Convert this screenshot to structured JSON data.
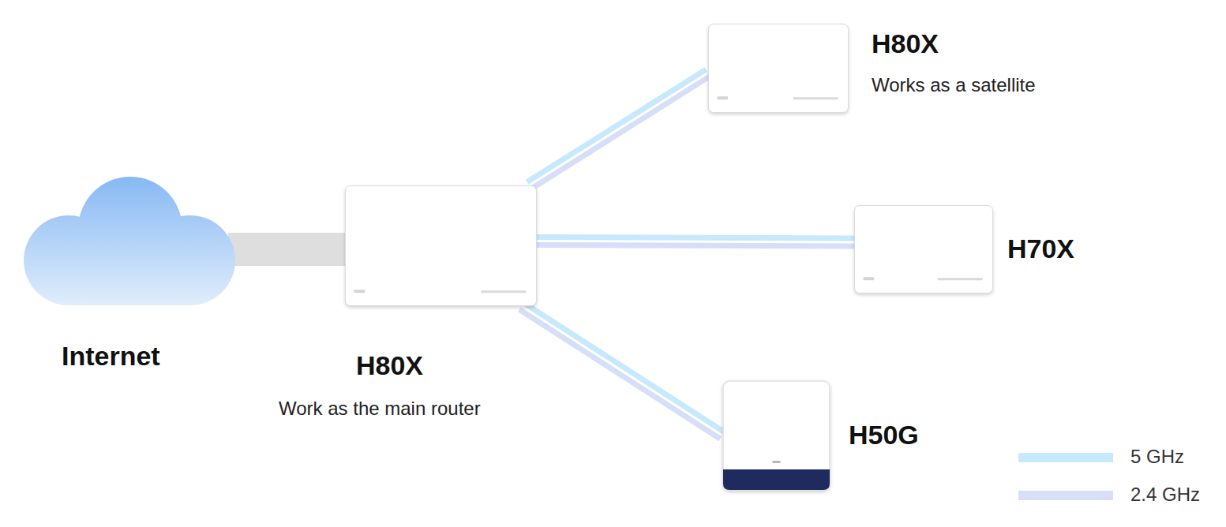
{
  "diagram": {
    "nodes": [
      {
        "text": [
          "Internet"
        ]
      },
      {
        "text": [
          "H80X",
          "Work as the main router"
        ]
      },
      {
        "text": [
          "H80X",
          "Works as a satellite"
        ]
      },
      {
        "text": [
          "H70X"
        ]
      },
      {
        "text": [
          "H50G"
        ]
      }
    ],
    "edges": [
      {
        "from": 0,
        "to": 1,
        "arrow": "none"
      },
      {
        "from": 1,
        "to": 2,
        "arrow": "none"
      },
      {
        "from": 1,
        "to": 3,
        "arrow": "none"
      },
      {
        "from": 1,
        "to": 4,
        "arrow": "none"
      }
    ],
    "legend": [
      {
        "text": "5 GHz",
        "color": "#c6e9fb"
      },
      {
        "text": "2.4 GHz",
        "color": "#d6def8"
      }
    ]
  }
}
